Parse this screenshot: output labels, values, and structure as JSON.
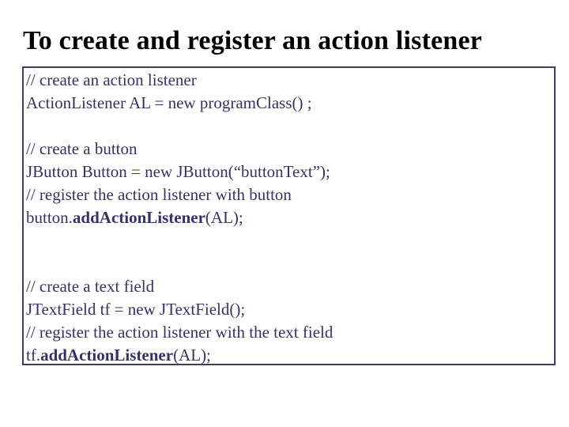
{
  "slide": {
    "title": "To create and register an action listener",
    "colors": {
      "background": "#ffffff",
      "title_text": "#000000",
      "code_text": "#333366",
      "box_border": "#3e3e60"
    },
    "code_box": {
      "blocks": [
        {
          "name": "create-action-listener",
          "lines": [
            {
              "segments": [
                {
                  "text": "// create an action listener",
                  "bold": false
                }
              ]
            },
            {
              "segments": [
                {
                  "text": "ActionListener AL = new programClass() ;",
                  "bold": false
                }
              ]
            }
          ]
        },
        {
          "name": "create-button-and-register",
          "lines": [
            {
              "segments": [
                {
                  "text": "// create a button",
                  "bold": false
                }
              ]
            },
            {
              "segments": [
                {
                  "text": "JButton Button = new JButton(“buttonText”);",
                  "bold": false
                }
              ]
            },
            {
              "segments": [
                {
                  "text": "// register the action listener with button",
                  "bold": false
                }
              ]
            },
            {
              "segments": [
                {
                  "text": "button.",
                  "bold": false
                },
                {
                  "text": "addActionListener",
                  "bold": true
                },
                {
                  "text": "(AL);",
                  "bold": false
                }
              ]
            }
          ]
        },
        {
          "name": "create-text-field-and-register",
          "lines": [
            {
              "segments": [
                {
                  "text": "// create a text field",
                  "bold": false
                }
              ]
            },
            {
              "segments": [
                {
                  "text": "JTextField tf = new JTextField();",
                  "bold": false
                }
              ]
            },
            {
              "segments": [
                {
                  "text": "// register the action listener with the text field",
                  "bold": false
                }
              ]
            },
            {
              "segments": [
                {
                  "text": "tf.",
                  "bold": false
                },
                {
                  "text": "addActionListener",
                  "bold": true
                },
                {
                  "text": "(AL);",
                  "bold": false
                }
              ]
            }
          ]
        }
      ]
    }
  }
}
